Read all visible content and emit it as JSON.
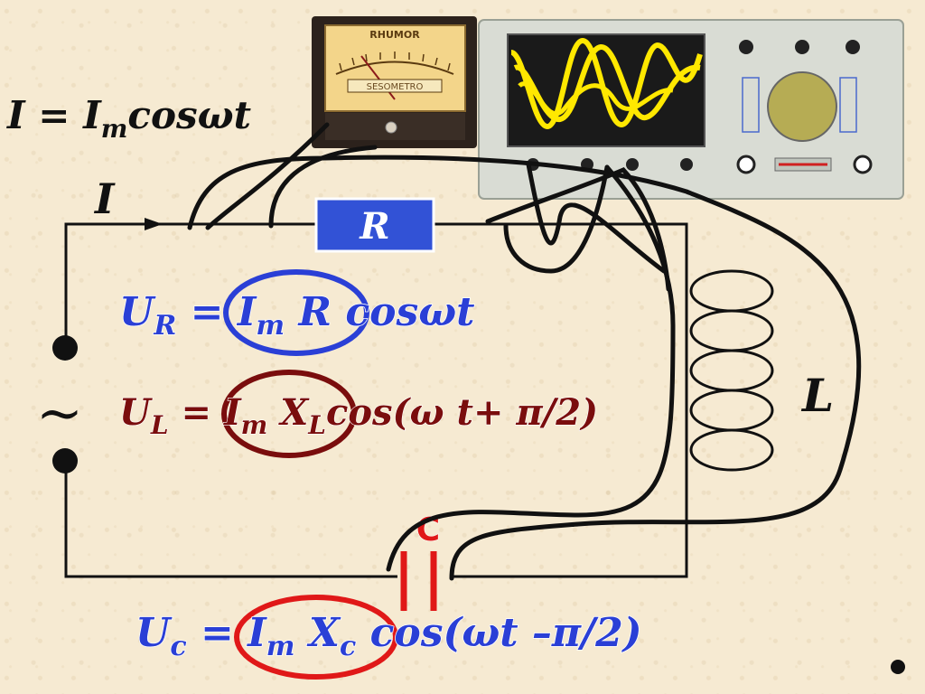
{
  "formula_current": {
    "lhs": "I",
    "eq": " = ",
    "amp": "I",
    "amp_sub": "m",
    "func": "cosωt"
  },
  "current_label": "I",
  "resistor_label": "R",
  "inductor_label": "L",
  "capacitor_label": "C",
  "source_symbol": "~",
  "ammeter": {
    "brand": "RHUMOR",
    "scale_label": "SESOMETRO"
  },
  "formula_ur": {
    "main": "U",
    "sub": "R",
    "eq": " = ",
    "amp": "I",
    "amp_sub": "m",
    "rest": " R cosωt"
  },
  "formula_ul": {
    "main": "U",
    "sub": "L",
    "eq": " = ",
    "amp": "I",
    "amp_sub": "m",
    "x": " X",
    "x_sub": "L",
    "rest": "cos(ω t+ π/2)"
  },
  "formula_uc": {
    "main": "U",
    "sub": "c",
    "eq": " = ",
    "amp": "I",
    "amp_sub": "m",
    "x": " X",
    "x_sub": "c",
    "rest": " cos(ωt –π/2)"
  },
  "colors": {
    "background": "#f6ead2",
    "formula_blue": "#2a3fd6",
    "formula_dark_red": "#7a0d0d",
    "highlight_blue": "#2a3fd6",
    "highlight_red": "#e01818",
    "trace": "#ffe800"
  }
}
